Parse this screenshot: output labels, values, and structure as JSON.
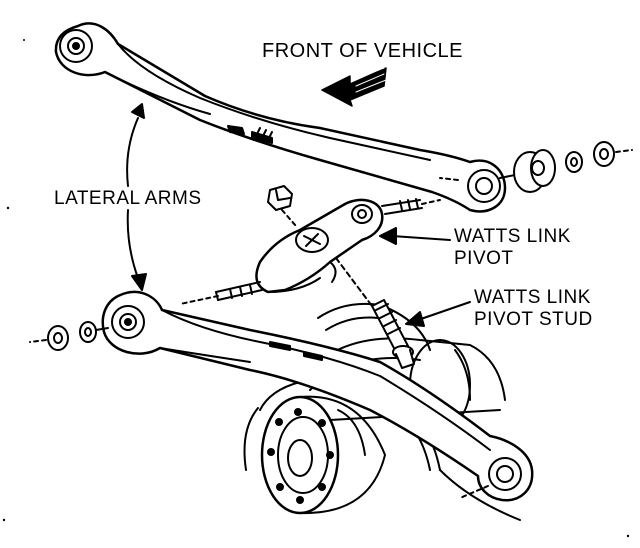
{
  "labels": {
    "front_of_vehicle": "FRONT OF VEHICLE",
    "lateral_arms": "LATERAL ARMS",
    "watts_link_pivot": [
      "WATTS LINK",
      "PIVOT"
    ],
    "watts_link_pivot_stud": [
      "WATTS LINK",
      "PIVOT STUD"
    ]
  },
  "colors": {
    "ink": "#000000",
    "paper": "#ffffff"
  }
}
